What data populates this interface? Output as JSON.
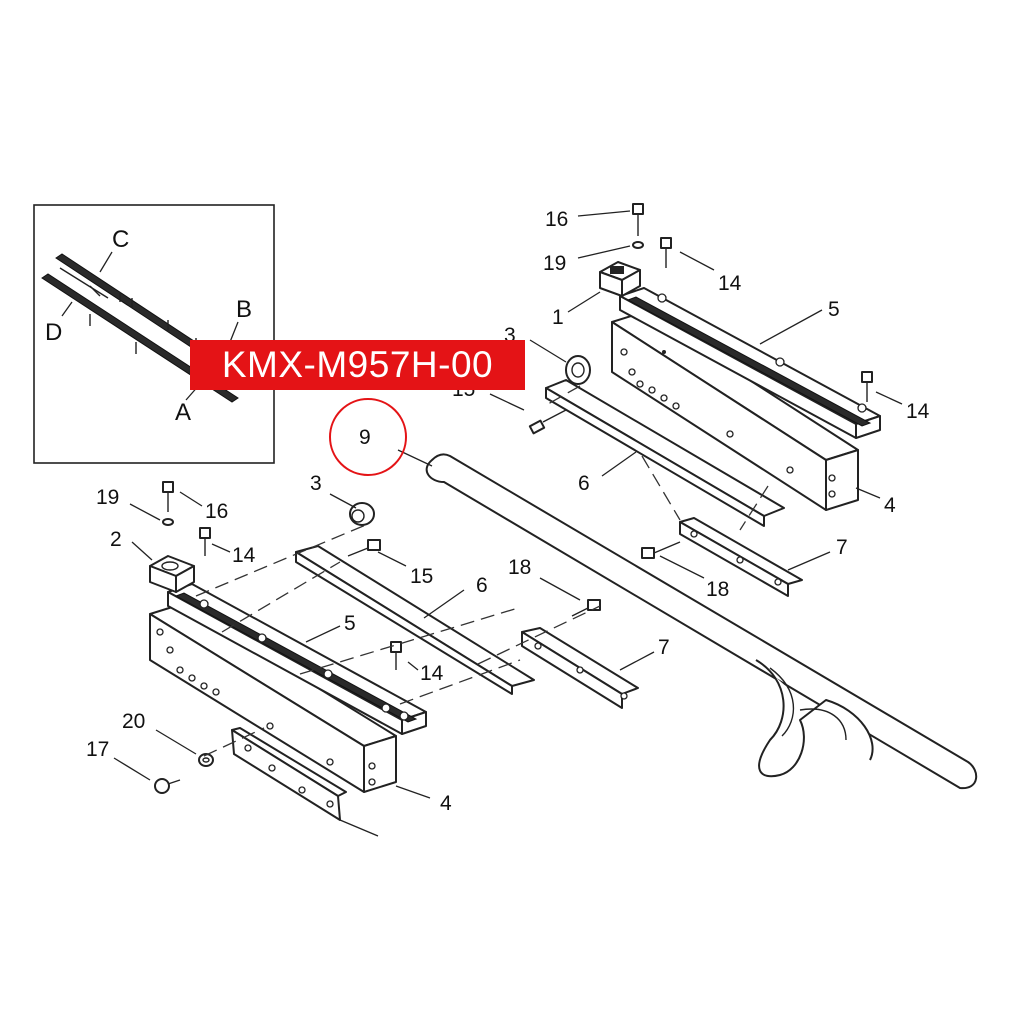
{
  "part_label": "KMX-M957H-00",
  "highlight_color": "#e41316",
  "highlighted_callout": "9",
  "inset": {
    "labels": {
      "a": "A",
      "b": "B",
      "c": "C",
      "d": "D"
    }
  },
  "callouts": {
    "c1": "1",
    "c2": "2",
    "c3a": "3",
    "c3b": "3",
    "c4a": "4",
    "c4b": "4",
    "c5a": "5",
    "c5b": "5",
    "c6a": "6",
    "c6b": "6",
    "c7a": "7",
    "c7b": "7",
    "c9": "9",
    "c14a": "14",
    "c14b": "14",
    "c14c": "14",
    "c14d": "14",
    "c15a": "15",
    "c15b": "15",
    "c16a": "16",
    "c16b": "16",
    "c17": "17",
    "c18a": "18",
    "c18b": "18",
    "c19a": "19",
    "c19b": "19",
    "c20": "20"
  }
}
